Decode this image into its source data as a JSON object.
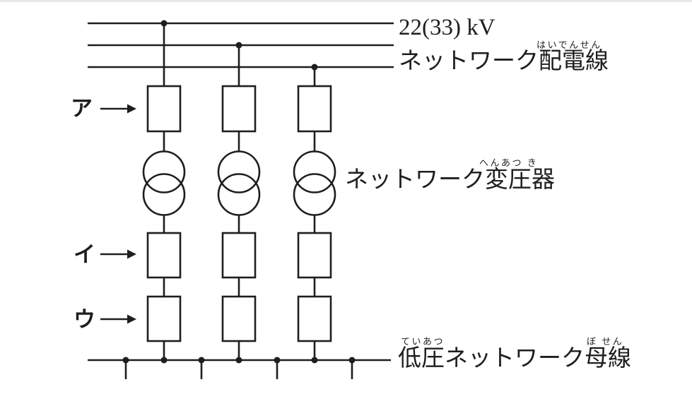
{
  "page": {
    "background_color": "#ffffff",
    "ink_color": "#1e1e1e",
    "top_strip_color": "#e8e8e8"
  },
  "diagram": {
    "voltage_label": "22(33) kV",
    "feeder_label": {
      "text": "ネットワーク配電線",
      "furigana": "はいでんせん"
    },
    "transformer_label": {
      "text": "ネットワーク変圧器",
      "furigana": "へんあつ き"
    },
    "bus_label": {
      "text": "低圧ネットワーク母線",
      "furigana_left": "ていあつ",
      "furigana_right": "ぼ せん"
    },
    "markers": {
      "top_box": "ア",
      "middle_box": "イ",
      "bottom_box": "ウ"
    },
    "structure": {
      "feeder_line_count": 3,
      "circuit_count": 3,
      "bus_tap_count": 4
    }
  }
}
